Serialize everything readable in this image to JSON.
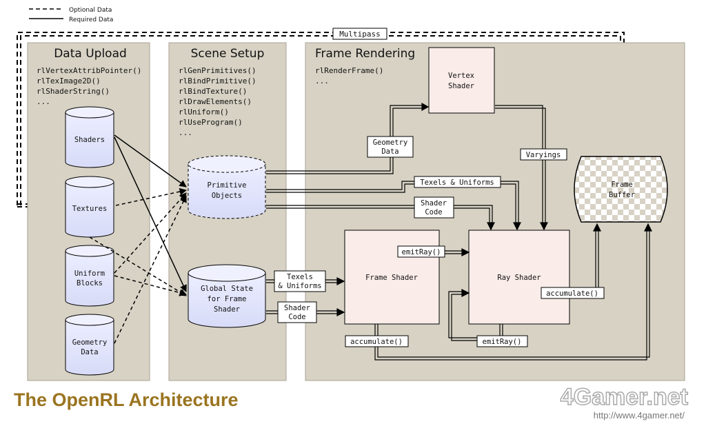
{
  "legend": {
    "optional": "Optional Data",
    "required": "Required Data"
  },
  "multipass_label": "Multipass",
  "panels": {
    "data_upload": {
      "title": "Data Upload",
      "calls": [
        "rlVertexAttribPointer()",
        "rlTexImage2D()",
        "rlShaderString()",
        "..."
      ]
    },
    "scene_setup": {
      "title": "Scene Setup",
      "calls": [
        "rlGenPrimitives()",
        "rlBindPrimitive()",
        "rlBindTexture()",
        "rlDrawElements()",
        "rlUniform()",
        "rlUseProgram()",
        "..."
      ]
    },
    "frame_rendering": {
      "title": "Frame Rendering",
      "calls": [
        "rlRenderFrame()",
        "..."
      ]
    }
  },
  "cylinders": {
    "shaders": "Shaders",
    "textures": "Textures",
    "uniform_blocks": [
      "Uniform",
      "Blocks"
    ],
    "geometry_data": [
      "Geometry",
      "Data"
    ],
    "primitive_objects": [
      "Primitive",
      "Objects"
    ],
    "global_state": [
      "Global State",
      "for Frame",
      "Shader"
    ]
  },
  "boxes": {
    "vertex_shader": [
      "Vertex",
      "Shader"
    ],
    "frame_shader": "Frame Shader",
    "ray_shader": "Ray Shader",
    "frame_buffer": [
      "Frame",
      "Buffer"
    ]
  },
  "labels": {
    "geometry_data": [
      "Geometry",
      "Data"
    ],
    "varyings": "Varyings",
    "texels_uniforms_top": "Texels & Uniforms",
    "shader_code_top": [
      "Shader",
      "Code"
    ],
    "texels_uniforms_bottom": [
      "Texels",
      "& Uniforms"
    ],
    "shader_code_bottom": [
      "Shader",
      "Code"
    ],
    "emitray_top": "emitRay()",
    "emitray_bottom": "emitRay()",
    "accumulate_ray": "accumulate()",
    "accumulate_frame": "accumulate()"
  },
  "caption": {
    "title": "The OpenRL Architecture",
    "brand": "4Gamer.net",
    "url": "http://www.4gamer.net/"
  }
}
